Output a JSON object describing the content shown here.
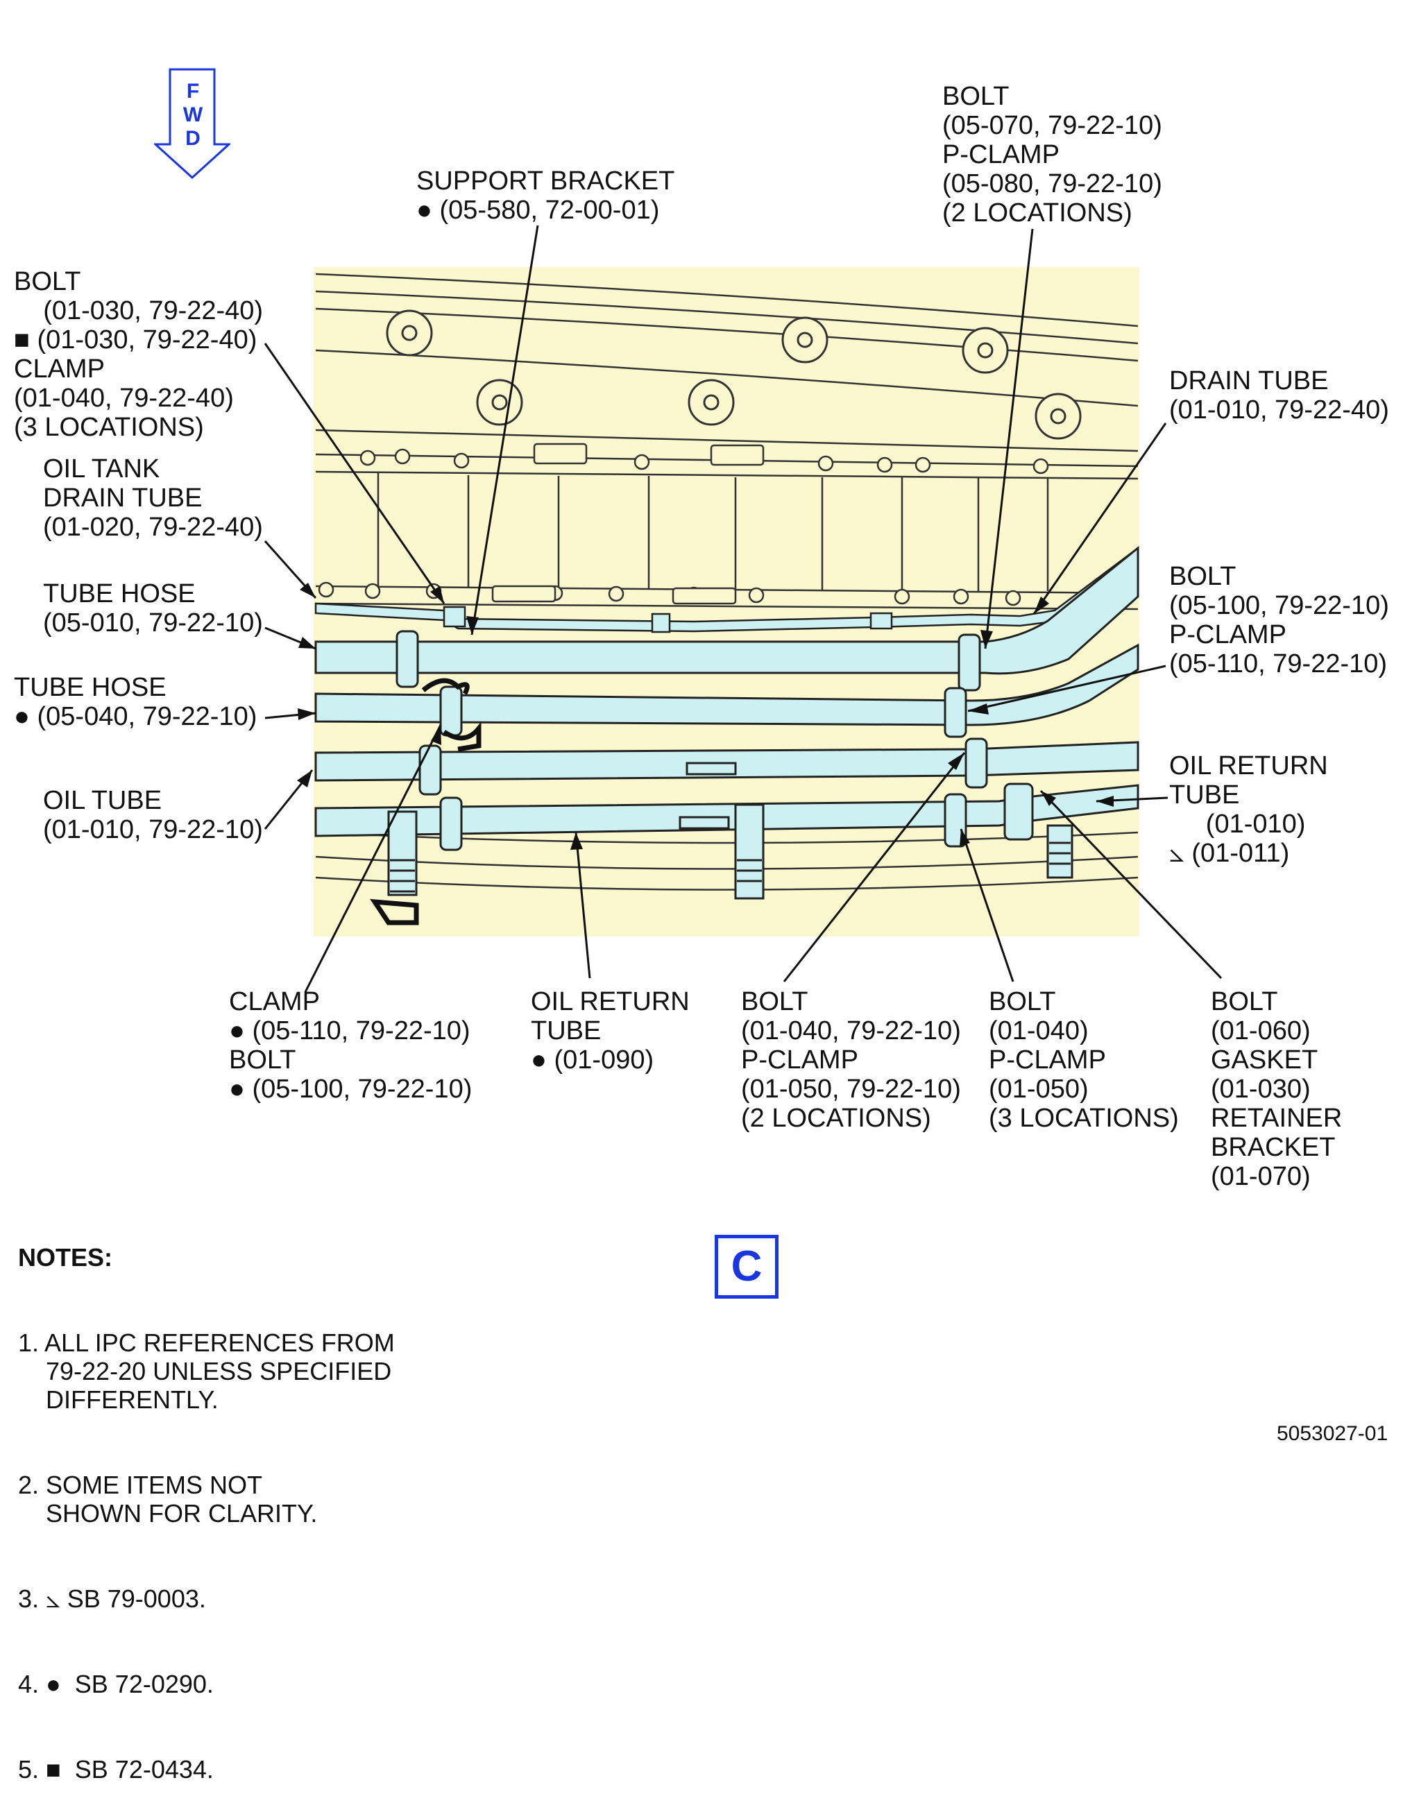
{
  "fwd_label": "F\nW\nD",
  "view_label": "C",
  "figure_id": "5053027-01",
  "callouts": {
    "support_bracket": "SUPPORT BRACKET\n● (05-580, 72-00-01)",
    "bolt_pclamp_top": "BOLT\n(05-070, 79-22-10)\nP-CLAMP\n(05-080, 79-22-10)\n(2 LOCATIONS)",
    "bolt_clamp_left": "BOLT\n    (01-030, 79-22-40)\n■ (01-030, 79-22-40)\nCLAMP\n(01-040, 79-22-40)\n(3 LOCATIONS)",
    "drain_tube": "DRAIN TUBE\n(01-010, 79-22-40)",
    "oil_tank_drain_tube": "OIL TANK\nDRAIN TUBE\n(01-020, 79-22-40)",
    "bolt_pclamp_right": "BOLT\n(05-100, 79-22-10)\nP-CLAMP\n(05-110, 79-22-10)",
    "tube_hose_1": "TUBE HOSE\n(05-010, 79-22-10)",
    "tube_hose_2": "TUBE HOSE\n● (05-040, 79-22-10)",
    "oil_return_tube_right": "OIL RETURN\nTUBE\n     (01-010)\n⦣ (01-011)",
    "oil_tube": "OIL TUBE\n(01-010, 79-22-10)",
    "clamp_bolt_bottom": "CLAMP\n● (05-110, 79-22-10)\nBOLT\n● (05-100, 79-22-10)",
    "oil_return_tube_bottom": "OIL RETURN\nTUBE\n● (01-090)",
    "bolt_pclamp_bottom_1": "BOLT\n(01-040, 79-22-10)\nP-CLAMP\n(01-050, 79-22-10)\n(2 LOCATIONS)",
    "bolt_pclamp_bottom_2": "BOLT\n(01-040)\nP-CLAMP\n(01-050)\n(3 LOCATIONS)",
    "bolt_gasket_retainer": "BOLT\n(01-060)\nGASKET\n(01-030)\nRETAINER\nBRACKET\n(01-070)"
  },
  "notes": {
    "heading": "NOTES:",
    "items": [
      "1. ALL IPC REFERENCES FROM\n    79-22-20 UNLESS SPECIFIED\n    DIFFERENTLY.",
      "2. SOME ITEMS NOT\n    SHOWN FOR CLARITY.",
      "3. ⦣ SB 79-0003.",
      "4. ●  SB 72-0290.",
      "5. ■  SB 72-0434."
    ]
  },
  "colors": {
    "panel_background": "#fbf7cf",
    "tube_fill": "#cdf0f3",
    "line": "#111111",
    "accent_blue": "#1a36e0"
  }
}
